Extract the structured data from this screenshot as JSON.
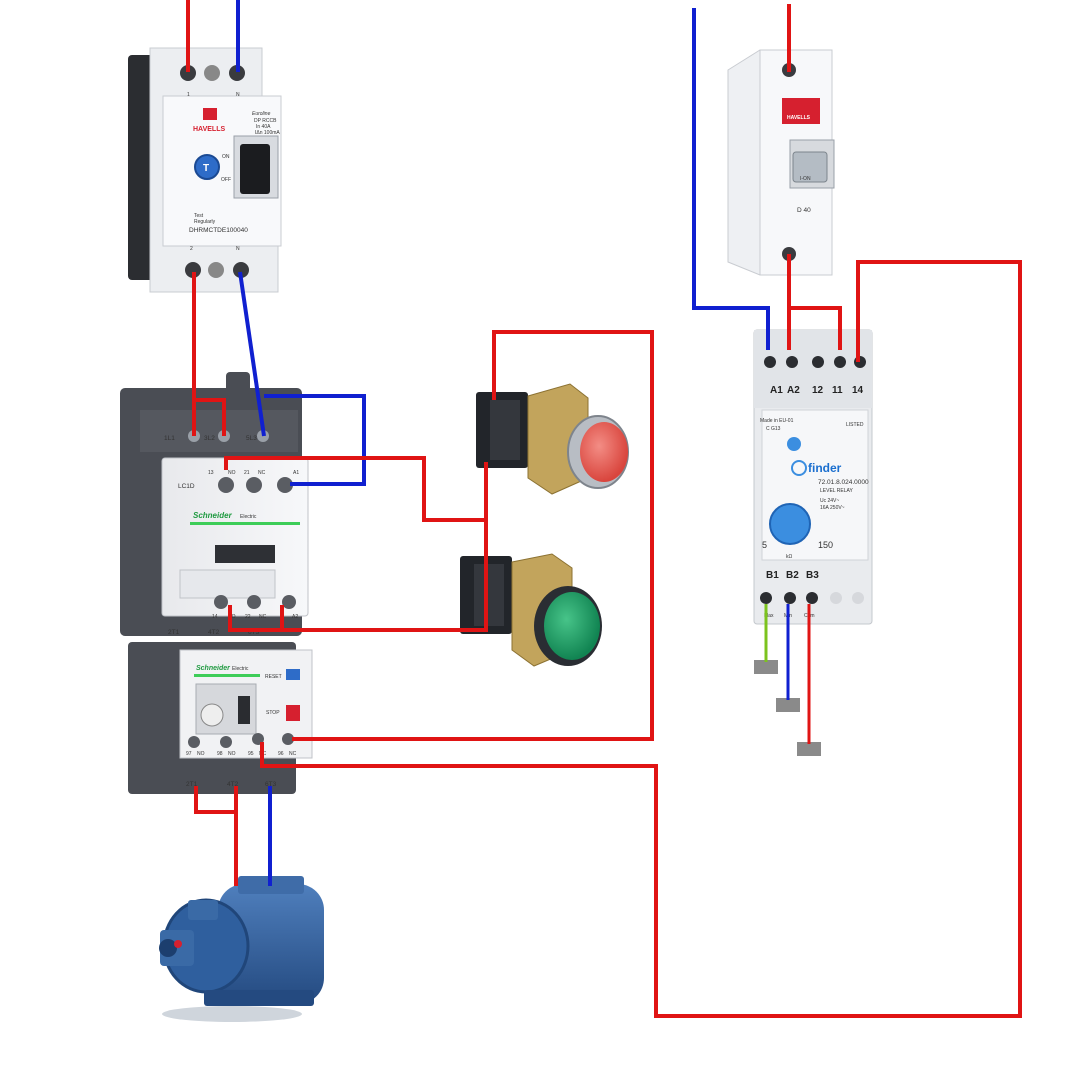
{
  "colors": {
    "live": "#e01414",
    "neutral": "#1020d0",
    "earth": "#7cc31e",
    "stop_button": "#e8564f",
    "start_button": "#1aa060",
    "pump": "#2f5f9e",
    "device_body": "#f3f4f6",
    "device_dark": "#4a4d54",
    "schneider_green": "#3dcd58",
    "havells_red": "#d6202f",
    "finder_blue": "#3b8ee0"
  },
  "rccb": {
    "brand": "HAVELLS",
    "series": "Euroline",
    "type": "DP RCCB",
    "rating": "In 40A",
    "sensitivity": "IΔn 100mA",
    "test_button": "T",
    "on_label": "ON",
    "off_label": "OFF",
    "test_text_1": "Test",
    "test_text_2": "Regularly",
    "model": "DHRMCTDE100040",
    "terminal_top_left": "1",
    "terminal_top_right": "N",
    "terminal_bottom_left": "2",
    "terminal_bottom_right": "N"
  },
  "mcb": {
    "brand": "HAVELLS",
    "on_label": "I-ON",
    "rating": "D 40"
  },
  "contactor": {
    "brand": "Schneider",
    "brand_sub": "Electric",
    "model": "LC1D",
    "top_terminals": [
      "1L1",
      "3L2",
      "5L3"
    ],
    "aux_top": [
      "13",
      "NO",
      "21",
      "NC",
      "A1"
    ],
    "aux_bottom": [
      "14",
      "NO",
      "22",
      "NC",
      "A2"
    ],
    "bottom_terminals": [
      "2T1",
      "4T2",
      "6T3"
    ]
  },
  "overload": {
    "brand": "Schneider",
    "brand_sub": "Electric",
    "reset_label": "RESET",
    "stop_label": "STOP",
    "aux": [
      "97",
      "NO",
      "98",
      "NO",
      "95",
      "NC",
      "96",
      "NC"
    ],
    "outputs": [
      "2T1",
      "4T2",
      "6T3"
    ]
  },
  "level_relay": {
    "top_terminals": [
      "A1",
      "A2",
      "12",
      "11",
      "14"
    ],
    "made_in": "Made in EU-01",
    "code": "C G13",
    "listed": "LISTED",
    "brand": "finder",
    "model": "72.01.8.024.0000",
    "type": "LEVEL RELAY",
    "voltage": "Uc 24V~",
    "contact": "16A 250V~",
    "dial_min": "5",
    "dial_max": "150",
    "dial_unit": "kΩ",
    "sensor_terminals": [
      "B1",
      "B2",
      "B3"
    ],
    "sensor_labels": [
      "Max",
      "Min",
      "Com"
    ]
  }
}
